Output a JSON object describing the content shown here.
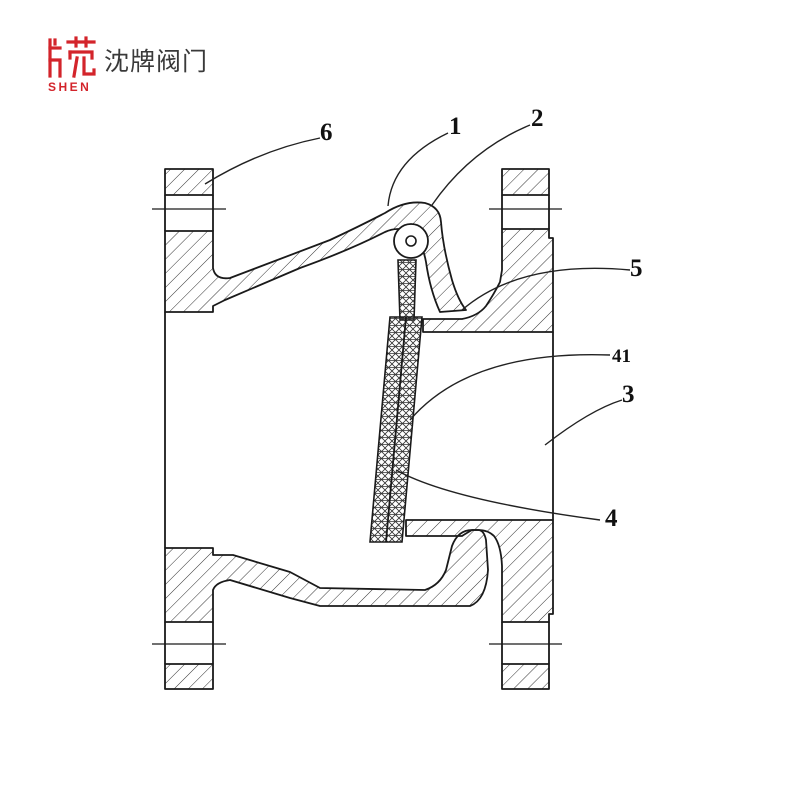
{
  "brand": {
    "logo_latin": "SHEN",
    "name": "沈牌阀门",
    "color": "#d3242b"
  },
  "callouts": [
    {
      "id": "1",
      "label": "1"
    },
    {
      "id": "2",
      "label": "2"
    },
    {
      "id": "3",
      "label": "3"
    },
    {
      "id": "4",
      "label": "4"
    },
    {
      "id": "41",
      "label": "41"
    },
    {
      "id": "5",
      "label": "5"
    },
    {
      "id": "6",
      "label": "6"
    }
  ],
  "colors": {
    "line": "#1a1a1a",
    "background": "#ffffff"
  }
}
